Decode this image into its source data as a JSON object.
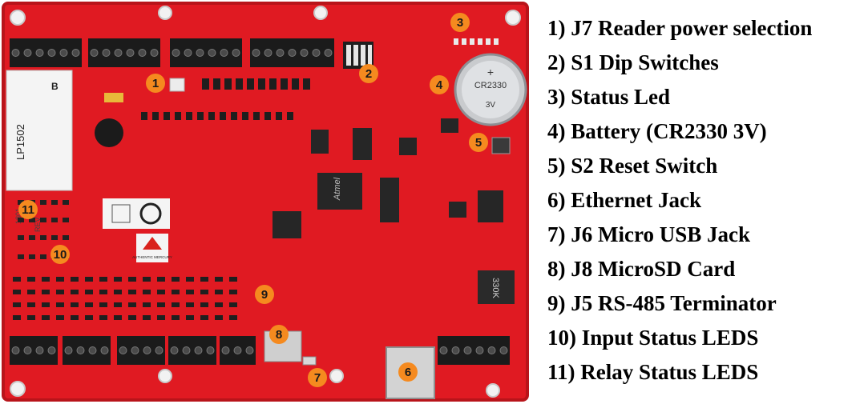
{
  "board": {
    "colors": {
      "pcb": "#e01a22",
      "pcb_dark": "#b8141a",
      "callout": "#f58a1f",
      "terminal": "#1b1b1b",
      "chip": "#262626",
      "module_label": "#f4f4f4"
    },
    "module_label": {
      "model": "LP1502",
      "rev": "REV",
      "serial": "1801",
      "grade": "B"
    },
    "battery_text": {
      "type": "CR2330",
      "voltage": "3V"
    },
    "chip_text": "Atmel",
    "logo_text": "AUTHENTIC MERCURY",
    "inductor_text": "330K",
    "callouts": [
      {
        "number": "1",
        "icon": "orange-dot"
      },
      {
        "number": "2",
        "icon": "orange-dot"
      },
      {
        "number": "3",
        "icon": "orange-dot"
      },
      {
        "number": "4",
        "icon": "orange-dot"
      },
      {
        "number": "5",
        "icon": "orange-dot"
      },
      {
        "number": "6",
        "icon": "orange-dot"
      },
      {
        "number": "7",
        "icon": "orange-dot"
      },
      {
        "number": "8",
        "icon": "orange-dot"
      },
      {
        "number": "9",
        "icon": "orange-dot"
      },
      {
        "number": "10",
        "icon": "orange-dot"
      },
      {
        "number": "11",
        "icon": "orange-dot"
      }
    ]
  },
  "legend": [
    "1) J7 Reader power selection",
    "2) S1 Dip Switches",
    "3) Status Led",
    "4) Battery (CR2330 3V)",
    "5) S2 Reset Switch",
    "6) Ethernet Jack",
    "7) J6 Micro USB Jack",
    "8) J8 MicroSD Card",
    "9) J5 RS-485 Terminator",
    "10)  Input Status LEDS",
    "11)  Relay Status LEDS"
  ]
}
